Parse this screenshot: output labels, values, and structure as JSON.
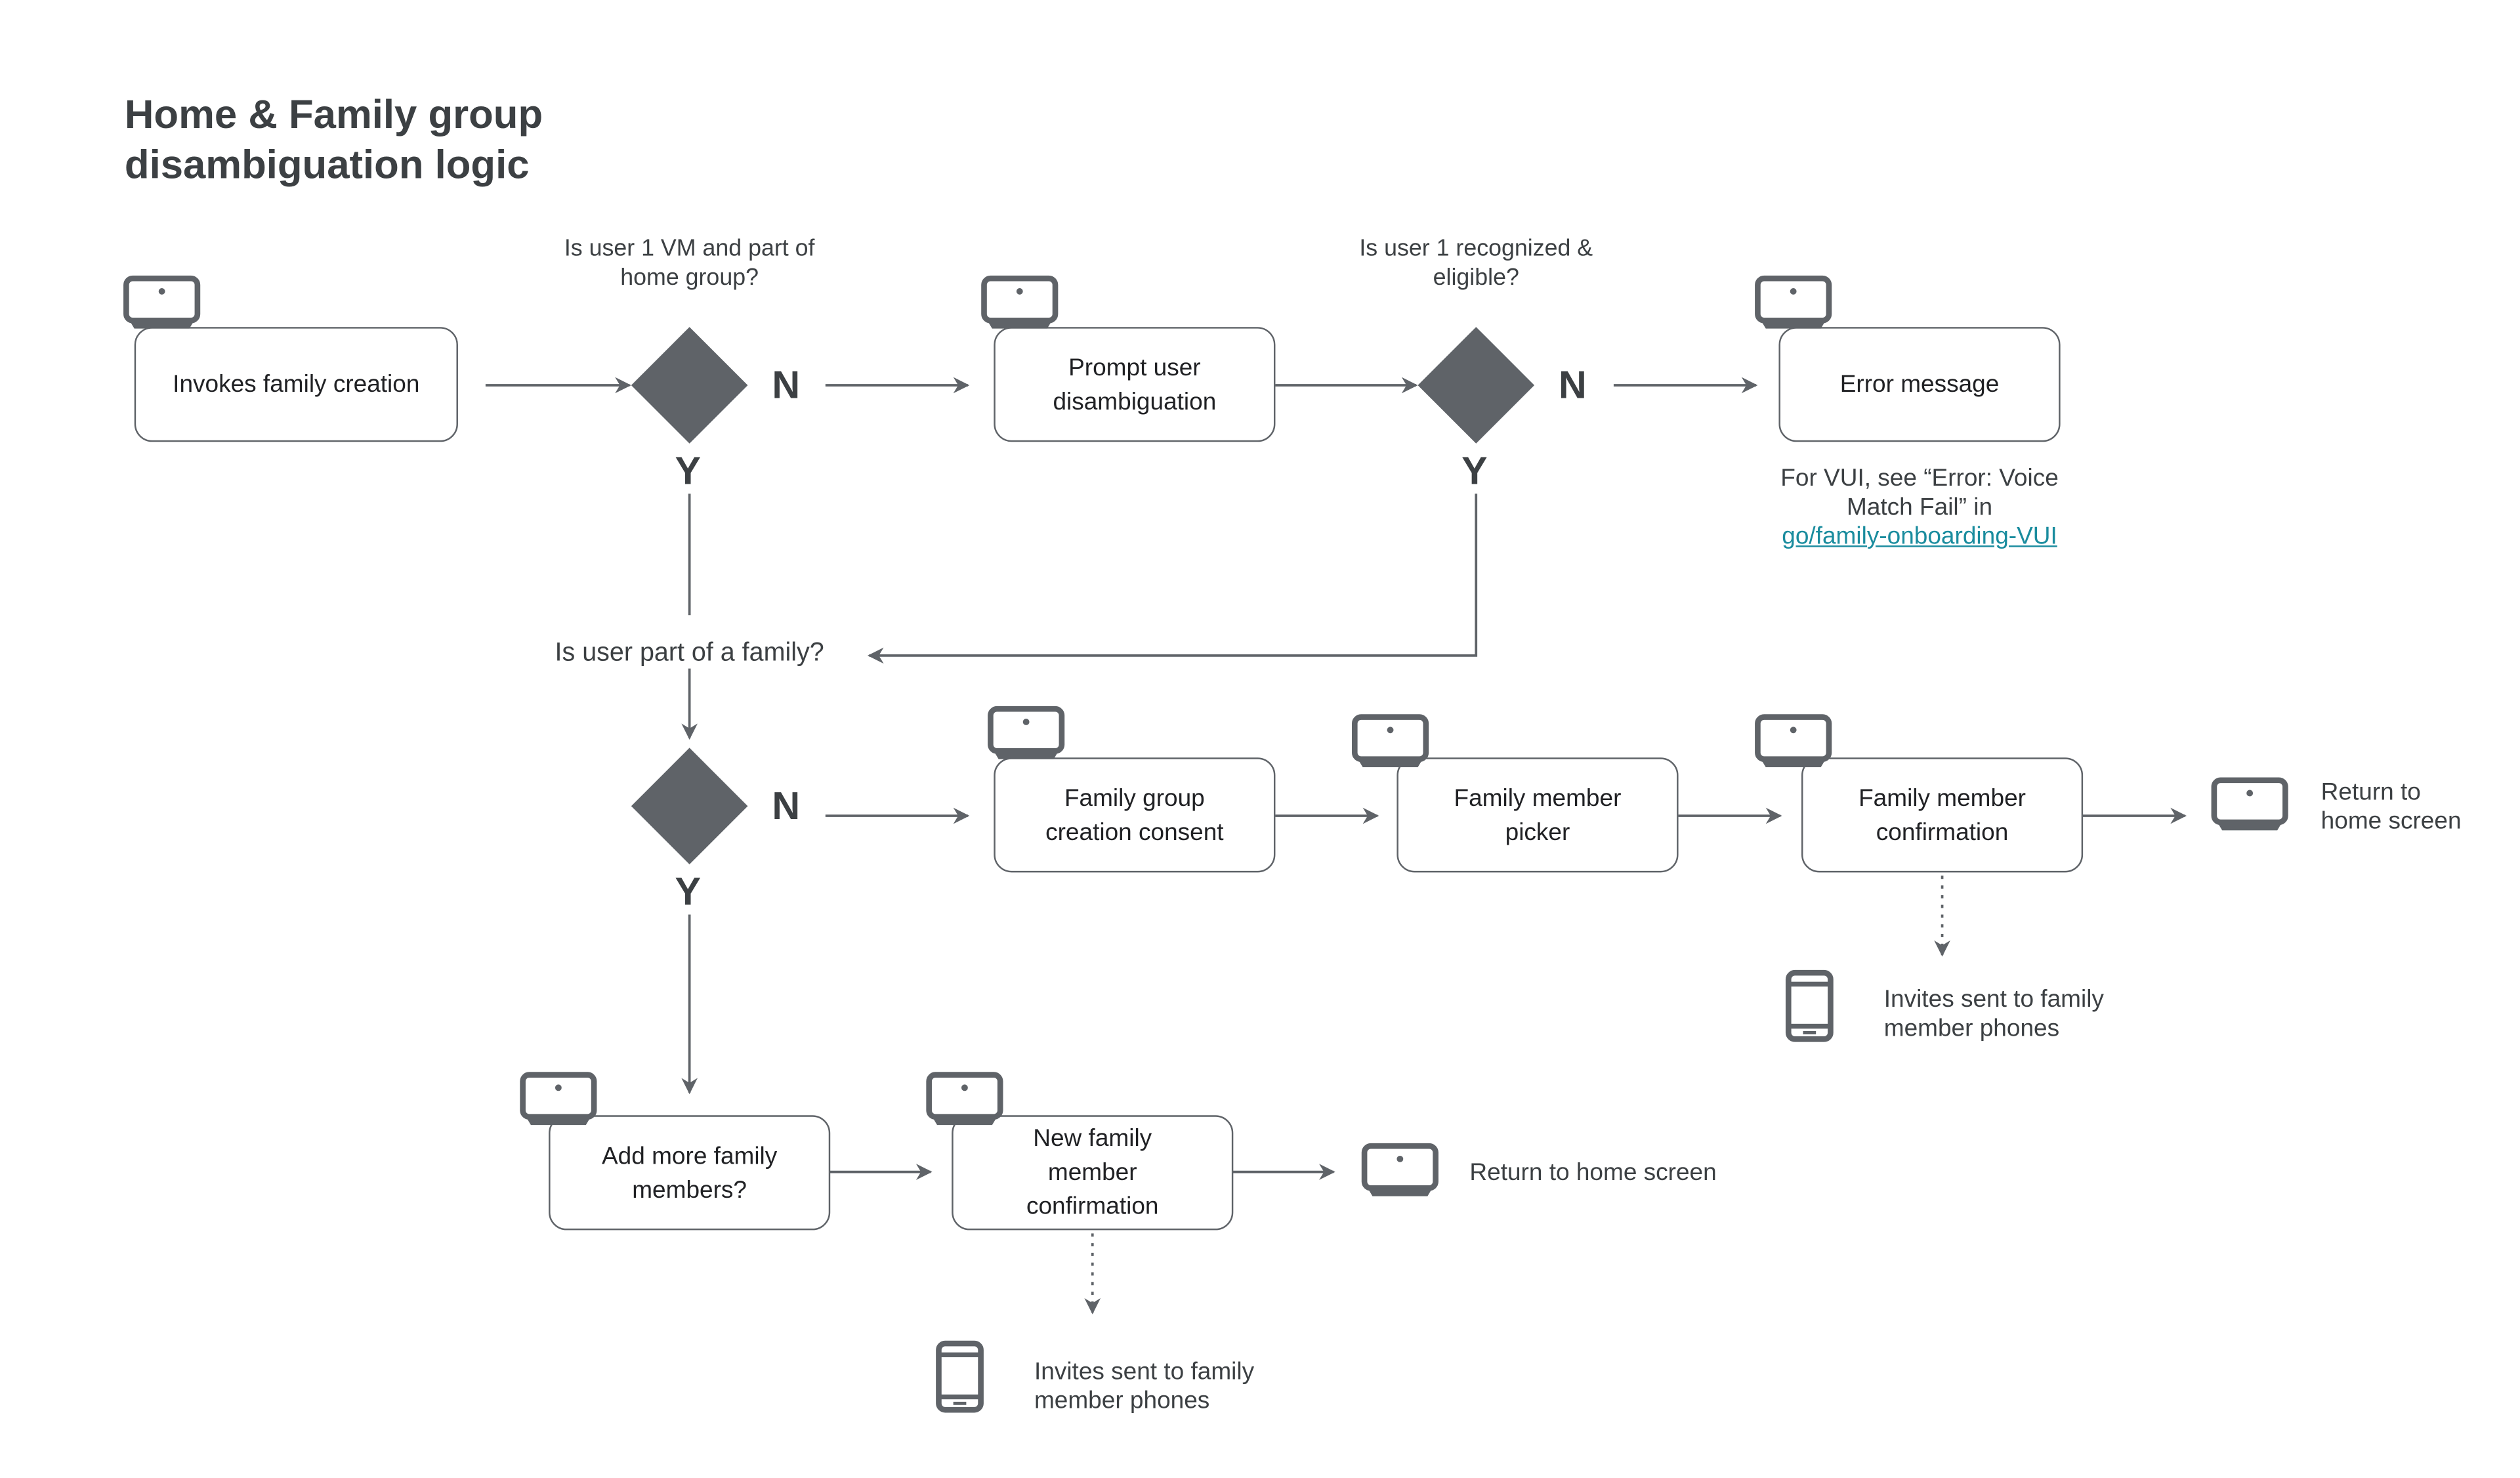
{
  "title": {
    "line1": "Home & Family group",
    "line2": "disambiguation logic"
  },
  "colors": {
    "stroke": "#5f6368",
    "decision": "#5f6368",
    "text": "#3c4043",
    "link": "#1a8c9e",
    "background": "#ffffff"
  },
  "decisions": {
    "q1": {
      "question_line1": "Is user 1 VM and part of",
      "question_line2": "home group?",
      "no": "N",
      "yes": "Y"
    },
    "q2": {
      "question_line1": "Is user 1 recognized &",
      "question_line2": "eligible?",
      "no": "N",
      "yes": "Y"
    },
    "q3": {
      "question": "Is user part of a family?",
      "no": "N",
      "yes": "Y"
    }
  },
  "steps": {
    "invokes": {
      "line1": "Invokes family creation",
      "device_icon": "smart-display-icon"
    },
    "prompt": {
      "line1": "Prompt user",
      "line2": "disambiguation",
      "device_icon": "smart-display-icon"
    },
    "error": {
      "line1": "Error message",
      "device_icon": "smart-display-icon"
    },
    "consent": {
      "line1": "Family group",
      "line2": "creation consent",
      "device_icon": "smart-display-icon"
    },
    "picker": {
      "line1": "Family member",
      "line2": "picker",
      "device_icon": "smart-display-icon"
    },
    "confirmation": {
      "line1": "Family member",
      "line2": "confirmation",
      "device_icon": "smart-display-icon"
    },
    "add_more": {
      "line1": "Add more family",
      "line2": "members?",
      "device_icon": "smart-display-icon"
    },
    "new_confirmation": {
      "line1": "New family",
      "line2": "member",
      "line3": "confirmation",
      "device_icon": "smart-display-icon"
    }
  },
  "notes": {
    "error_vui": {
      "line1": "For VUI, see “Error: Voice",
      "line2": "Match Fail” in",
      "link": "go/family-onboarding-VUI"
    },
    "return_top": {
      "line1": "Return to",
      "line2": "home screen",
      "device_icon": "smart-display-icon"
    },
    "return_bottom": {
      "line1": "Return to home screen",
      "device_icon": "smart-display-icon"
    },
    "invites_top": {
      "line1": "Invites sent to family",
      "line2": "member phones",
      "device_icon": "phone-icon"
    },
    "invites_bottom": {
      "line1": "Invites sent to family",
      "line2": "member phones",
      "device_icon": "phone-icon"
    }
  }
}
